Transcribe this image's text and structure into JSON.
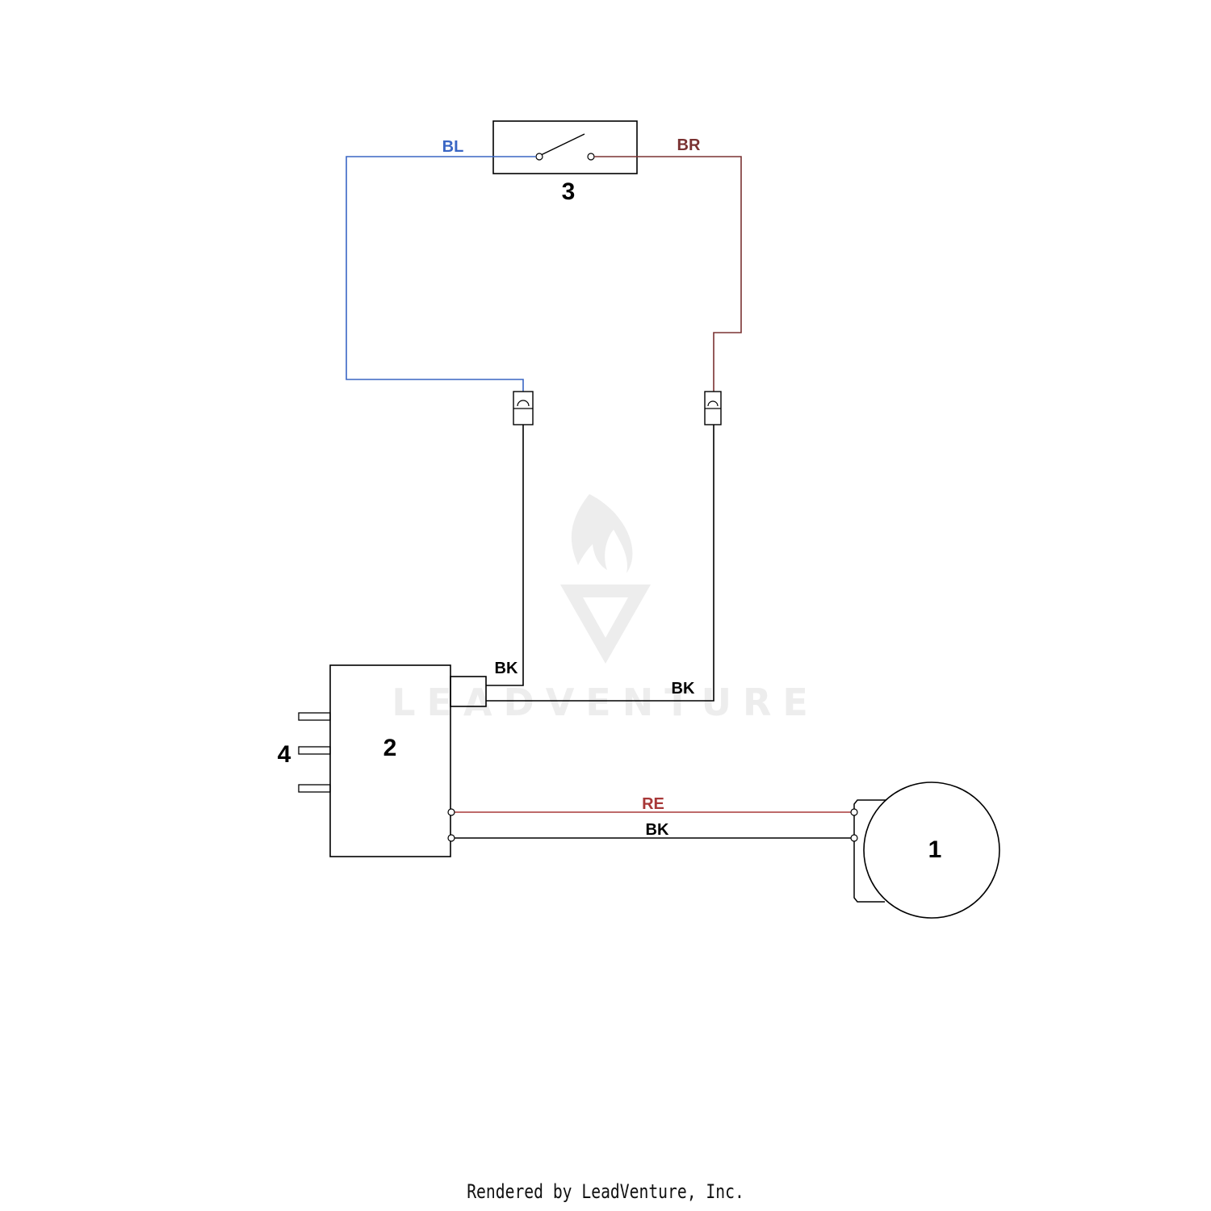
{
  "colors": {
    "blue": "#3a66c4",
    "brown": "#7a3232",
    "red": "#a83838",
    "black": "#000000",
    "watermark": "#ededed"
  },
  "components": {
    "motor": "1",
    "module": "2",
    "switch": "3",
    "terminals": "4"
  },
  "wires": {
    "blue": "BL",
    "brown": "BR",
    "black_upper": "BK",
    "black_lower": "BK",
    "red": "RE",
    "black_motor": "BK"
  },
  "watermark": {
    "text": "LEADVENTURE"
  },
  "footer": {
    "text": "Rendered by LeadVenture, Inc."
  }
}
